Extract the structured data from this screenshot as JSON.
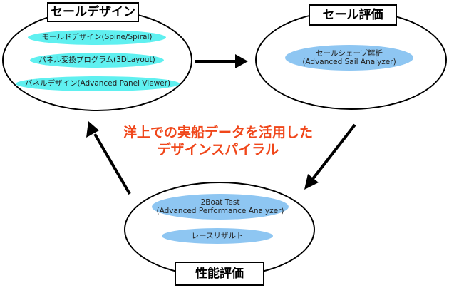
{
  "sail_design": {
    "title": "セールデザイン",
    "items": [
      {
        "label": "モールドデザイン(Spine/Spiral)"
      },
      {
        "label": "パネル変換プログラム(3DLayout)"
      },
      {
        "label": "パネルデザイン(Advanced Panel Viewer)"
      }
    ]
  },
  "sail_evaluation": {
    "title": "セール評価",
    "items": [
      {
        "line1": "セールシェープ解析",
        "line2": "(Advanced Sail Analyzer)"
      }
    ]
  },
  "performance_evaluation": {
    "title": "性能評価",
    "items": [
      {
        "line1": "2Boat Test",
        "line2": "(Advanced Performance Analyzer)"
      },
      {
        "line1": "レースリザルト"
      }
    ]
  },
  "center": {
    "line1": "洋上での実船データを活用した",
    "line2": "デザインスパイラル"
  }
}
